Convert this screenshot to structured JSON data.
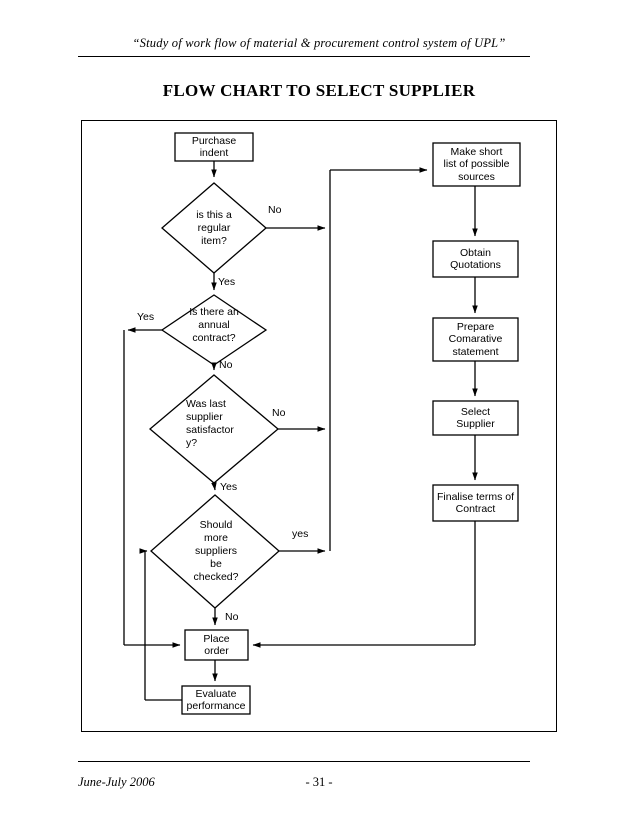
{
  "document": {
    "running_head": "“Study of work flow of material & procurement control system of UPL”",
    "title": "FLOW CHART TO SELECT SUPPLIER",
    "footer_left": "June-July 2006",
    "footer_center": "- 31 -"
  },
  "chart_data": {
    "type": "diagram",
    "title": "FLOW CHART TO SELECT SUPPLIER",
    "nodes": [
      {
        "id": "purchase_indent",
        "shape": "process",
        "label": "Purchase\nindent"
      },
      {
        "id": "regular_item",
        "shape": "decision",
        "label": "is this a\nregular\nitem?"
      },
      {
        "id": "annual_contract",
        "shape": "decision",
        "label": "Is there an\nannual\ncontract?"
      },
      {
        "id": "supplier_satisfactory",
        "shape": "decision",
        "label": "Was last\nsupplier\nsatisfactor\ny?"
      },
      {
        "id": "more_suppliers",
        "shape": "decision",
        "label": "Should\nmore\nsuppliers\nbe\nchecked?"
      },
      {
        "id": "place_order",
        "shape": "process",
        "label": "Place\norder"
      },
      {
        "id": "evaluate_performance",
        "shape": "process",
        "label": "Evaluate\nperformance"
      },
      {
        "id": "short_list",
        "shape": "process",
        "label": "Make short\nlist of possible\nsources"
      },
      {
        "id": "obtain_quotations",
        "shape": "process",
        "label": "Obtain\nQuotations"
      },
      {
        "id": "prepare_statement",
        "shape": "process",
        "label": "Prepare\nComarative\nstatement"
      },
      {
        "id": "select_supplier",
        "shape": "process",
        "label": "Select\nSupplier"
      },
      {
        "id": "finalise_terms",
        "shape": "process",
        "label": "Finalise terms of\nContract"
      }
    ],
    "edges": [
      {
        "from": "purchase_indent",
        "to": "regular_item",
        "label": ""
      },
      {
        "from": "regular_item",
        "to": "short_list",
        "label": "No"
      },
      {
        "from": "regular_item",
        "to": "annual_contract",
        "label": "Yes"
      },
      {
        "from": "annual_contract",
        "to": "place_order",
        "label": "Yes"
      },
      {
        "from": "annual_contract",
        "to": "supplier_satisfactory",
        "label": "No"
      },
      {
        "from": "supplier_satisfactory",
        "to": "short_list",
        "label": "No"
      },
      {
        "from": "supplier_satisfactory",
        "to": "more_suppliers",
        "label": "Yes"
      },
      {
        "from": "more_suppliers",
        "to": "short_list",
        "label": "yes"
      },
      {
        "from": "more_suppliers",
        "to": "place_order",
        "label": "No"
      },
      {
        "from": "short_list",
        "to": "obtain_quotations",
        "label": ""
      },
      {
        "from": "obtain_quotations",
        "to": "prepare_statement",
        "label": ""
      },
      {
        "from": "prepare_statement",
        "to": "select_supplier",
        "label": ""
      },
      {
        "from": "select_supplier",
        "to": "finalise_terms",
        "label": ""
      },
      {
        "from": "finalise_terms",
        "to": "place_order",
        "label": ""
      },
      {
        "from": "place_order",
        "to": "evaluate_performance",
        "label": ""
      },
      {
        "from": "evaluate_performance",
        "to": "more_suppliers",
        "label": ""
      }
    ],
    "edge_labels": {
      "regular_item_no": "No",
      "regular_item_yes": "Yes",
      "annual_contract_yes": "Yes",
      "annual_contract_no": "No",
      "satisfactory_no": "No",
      "satisfactory_yes": "Yes",
      "more_suppliers_yes": "yes",
      "more_suppliers_no": "No"
    },
    "colors": {
      "stroke": "#000000",
      "fill": "#ffffff",
      "text": "#000000"
    }
  }
}
